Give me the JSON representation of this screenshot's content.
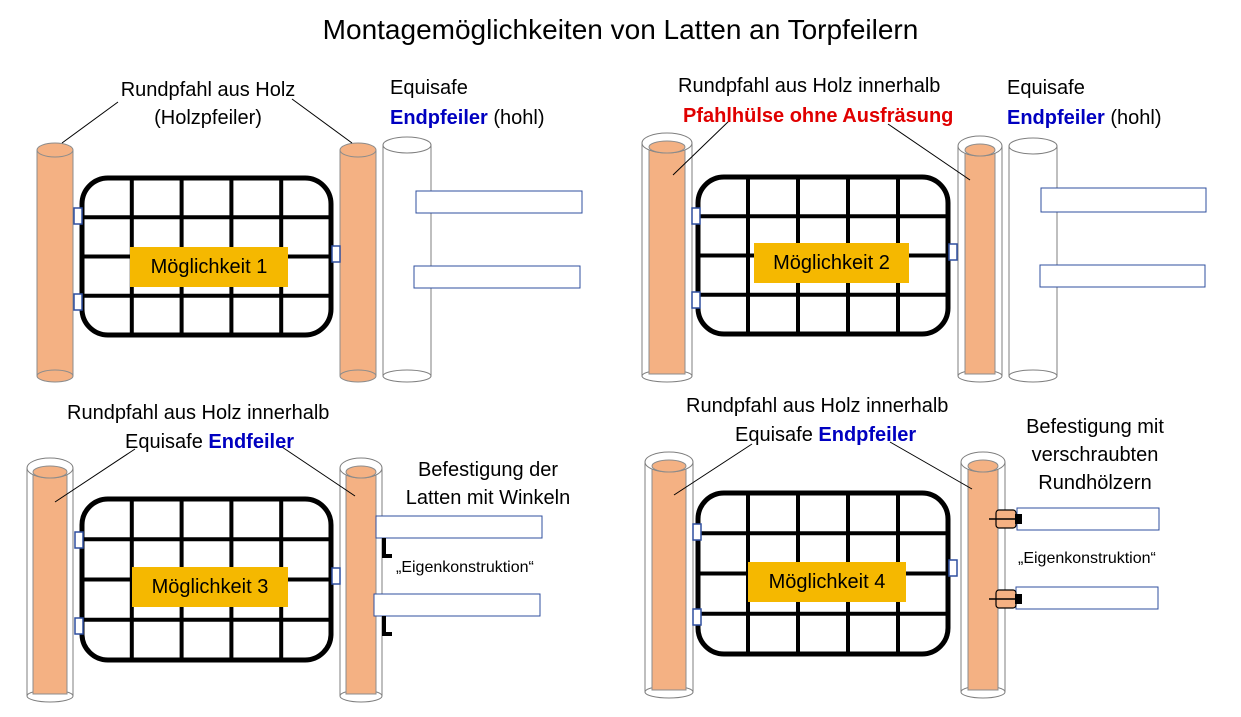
{
  "title": "Montagemöglichkeiten von Latten an Torpfeilern",
  "colors": {
    "post_fill": "#f4b183",
    "post_stroke": "#8c8c8c",
    "accent_blue": "#0000c0",
    "accent_red": "#e00000",
    "badge": "#f5b800",
    "gate": "#000000"
  },
  "panels": [
    {
      "id": "p1",
      "label_post": [
        "Rundpfahl aus Holz",
        "(Holzpfeiler)"
      ],
      "label_equisafe": "Equisafe",
      "label_endpost": "Endpfeiler",
      "label_hollow": "(hohl)",
      "badge": "Möglichkeit 1"
    },
    {
      "id": "p2",
      "label_post": "Rundpfahl aus Holz innerhalb",
      "label_sleeve": "Pfahlhülse ohne Ausfräsung",
      "label_equisafe": "Equisafe",
      "label_endpost": "Endpfeiler",
      "label_hollow": "(hohl)",
      "badge": "Möglichkeit 2"
    },
    {
      "id": "p3",
      "label_post": "Rundpfahl aus Holz innerhalb",
      "label_equisafe": "Equisafe",
      "label_endpost": "Endfeiler",
      "label_fix": [
        "Befestigung der",
        "Latten mit Winkeln"
      ],
      "label_custom": "„Eigenkonstruktion“",
      "badge": "Möglichkeit 3"
    },
    {
      "id": "p4",
      "label_post": "Rundpfahl aus Holz innerhalb",
      "label_equisafe": "Equisafe",
      "label_endpost": "Endpfeiler",
      "label_fix": [
        "Befestigung mit",
        "verschraubten",
        "Rundhölzern"
      ],
      "label_custom": "„Eigenkonstruktion“",
      "badge": "Möglichkeit 4"
    }
  ]
}
